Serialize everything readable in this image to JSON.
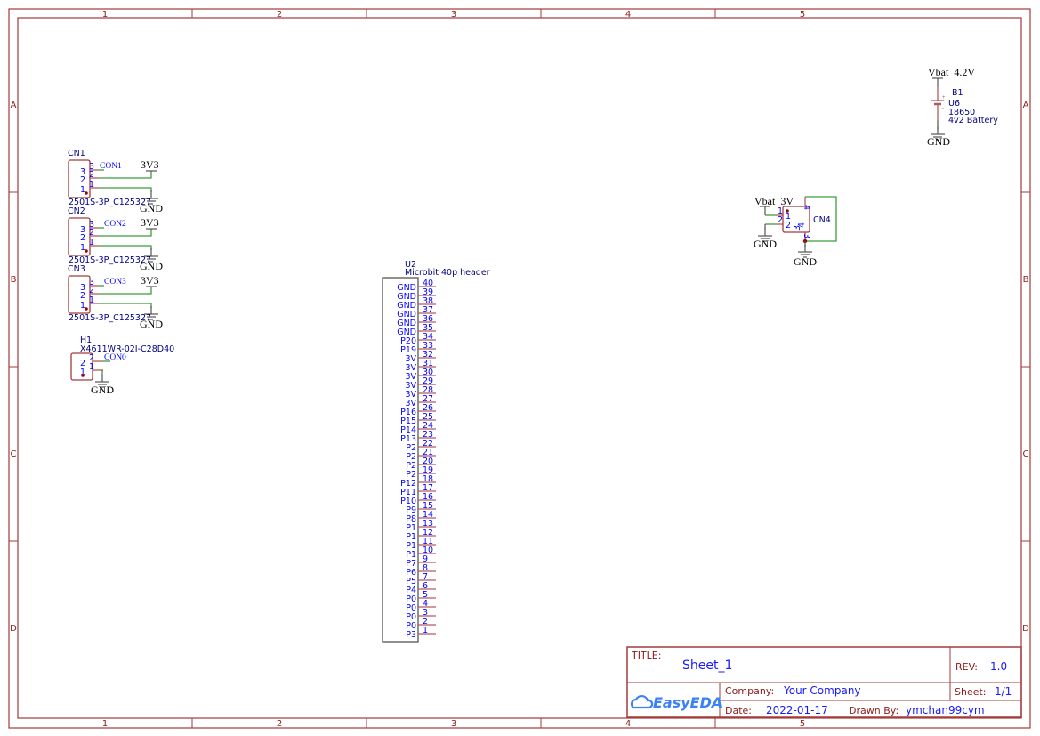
{
  "frame": {
    "columns": [
      "1",
      "2",
      "3",
      "4",
      "5"
    ],
    "rows": [
      "A",
      "B",
      "C",
      "D"
    ]
  },
  "connectors": [
    {
      "ref": "CN1",
      "net": "CON1",
      "footprint": "2501S-3P_C125327",
      "pins": [
        "3",
        "2",
        "1"
      ],
      "power": "3V3",
      "ground": "GND"
    },
    {
      "ref": "CN2",
      "net": "CON2",
      "footprint": "2501S-3P_C125327",
      "pins": [
        "3",
        "2",
        "1"
      ],
      "power": "3V3",
      "ground": "GND"
    },
    {
      "ref": "CN3",
      "net": "CON3",
      "footprint": "2501S-3P_C125327",
      "pins": [
        "3",
        "2",
        "1"
      ],
      "power": "3V3",
      "ground": "GND"
    }
  ],
  "h1": {
    "ref": "H1",
    "value": "X4611WR-02I-C28D40",
    "net": "CON0",
    "pins": [
      "2",
      "1"
    ],
    "ground": "GND"
  },
  "battery": {
    "power": "Vbat_4.2V",
    "ref": "B1",
    "name": "U6",
    "value": "18650",
    "desc": "4v2 Battery",
    "plus": "+",
    "minus": "-",
    "ground": "GND"
  },
  "cn4": {
    "ref": "CN4",
    "power": "Vbat_3V",
    "pins": [
      "1",
      "2",
      "3",
      "4"
    ],
    "ground1": "GND",
    "ground2": "GND"
  },
  "header": {
    "ref": "U2",
    "value": "Microbit 40p header",
    "pins": [
      {
        "num": "40",
        "name": "GND"
      },
      {
        "num": "39",
        "name": "GND"
      },
      {
        "num": "38",
        "name": "GND"
      },
      {
        "num": "37",
        "name": "GND"
      },
      {
        "num": "36",
        "name": "GND"
      },
      {
        "num": "35",
        "name": "GND"
      },
      {
        "num": "34",
        "name": "P20"
      },
      {
        "num": "33",
        "name": "P19"
      },
      {
        "num": "32",
        "name": "3V"
      },
      {
        "num": "31",
        "name": "3V"
      },
      {
        "num": "30",
        "name": "3V"
      },
      {
        "num": "29",
        "name": "3V"
      },
      {
        "num": "28",
        "name": "3V"
      },
      {
        "num": "27",
        "name": "3V"
      },
      {
        "num": "26",
        "name": "P16"
      },
      {
        "num": "25",
        "name": "P15"
      },
      {
        "num": "24",
        "name": "P14"
      },
      {
        "num": "23",
        "name": "P13"
      },
      {
        "num": "22",
        "name": "P2"
      },
      {
        "num": "21",
        "name": "P2"
      },
      {
        "num": "20",
        "name": "P2"
      },
      {
        "num": "19",
        "name": "P2"
      },
      {
        "num": "18",
        "name": "P12"
      },
      {
        "num": "17",
        "name": "P11"
      },
      {
        "num": "16",
        "name": "P10"
      },
      {
        "num": "15",
        "name": "P9"
      },
      {
        "num": "14",
        "name": "P8"
      },
      {
        "num": "13",
        "name": "P1"
      },
      {
        "num": "12",
        "name": "P1"
      },
      {
        "num": "11",
        "name": "P1"
      },
      {
        "num": "10",
        "name": "P1"
      },
      {
        "num": "9",
        "name": "P7"
      },
      {
        "num": "8",
        "name": "P6"
      },
      {
        "num": "7",
        "name": "P5"
      },
      {
        "num": "6",
        "name": "P4"
      },
      {
        "num": "5",
        "name": "P0"
      },
      {
        "num": "4",
        "name": "P0"
      },
      {
        "num": "3",
        "name": "P0"
      },
      {
        "num": "2",
        "name": "P0"
      },
      {
        "num": "1",
        "name": "P3"
      }
    ]
  },
  "title_block": {
    "title_label": "TITLE:",
    "title": "Sheet_1",
    "rev_label": "REV:",
    "rev": "1.0",
    "company_label": "Company:",
    "company": "Your Company",
    "sheet_label": "Sheet:",
    "sheet": "1/1",
    "date_label": "Date:",
    "date": "2022-01-17",
    "drawn_label": "Drawn By:",
    "drawn": "ymchan99cym",
    "logo": "EasyEDA"
  },
  "colors": {
    "frame": "#a33a3a",
    "wire": "#3c9d3c",
    "pin_text": "#0000ff",
    "component_text": "#000080"
  }
}
